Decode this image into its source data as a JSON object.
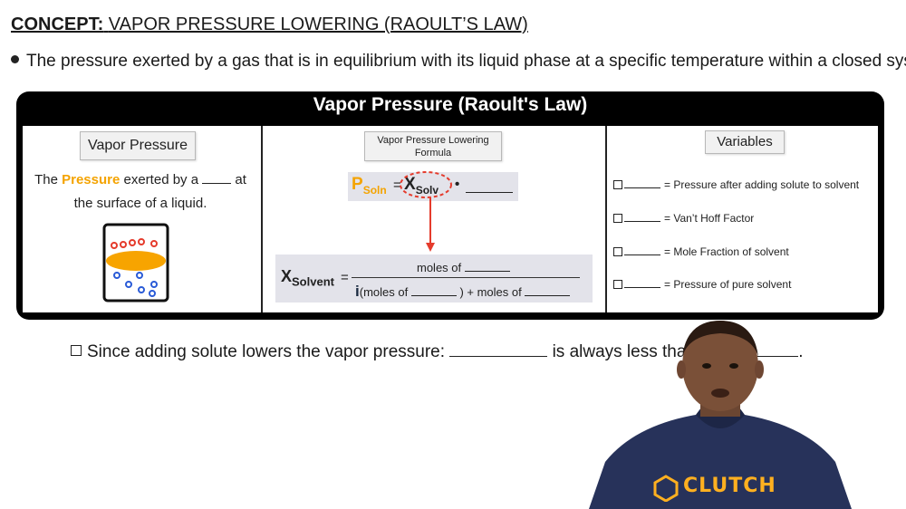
{
  "header": {
    "concept_label": "CONCEPT:",
    "concept_title": "VAPOR PRESSURE LOWERING (RAOULT’S LAW)"
  },
  "intro_bullet": "The pressure exerted by a gas that is in equilibrium with its liquid phase at a specific temperature within a closed system.",
  "panel": {
    "title": "Vapor Pressure (Raoult's Law)",
    "col1": {
      "label": "Vapor Pressure",
      "def_the": "The",
      "def_keyword": "Pressure",
      "def_mid": "exerted by a",
      "def_after": "at",
      "def_line2": "the surface of a liquid."
    },
    "col2": {
      "label": "Vapor Pressure Lowering Formula",
      "p_main": "P",
      "p_sub": "Soln",
      "eq": "=",
      "x_main": "X",
      "x_sub": "Solv",
      "dot": "•",
      "xs_main": "X",
      "xs_sub": "Solvent",
      "xs_eq": "=",
      "frac_top": "moles of",
      "frac_i": "i",
      "frac_bot_a": "(moles of",
      "frac_bot_b": ") + moles of"
    },
    "col3": {
      "label": "Variables",
      "items": [
        "= Pressure after adding solute to solvent",
        "= Van’t Hoff Factor",
        "= Mole Fraction of solvent",
        "= Pressure of pure solvent"
      ]
    }
  },
  "sentence": {
    "text_a": "Since adding solute lowers the vapor pressure:",
    "text_b": "is always less than",
    "end": "."
  },
  "brand": {
    "logo_text": "CLUTCH",
    "accent": "#f4a300",
    "red": "#e53b2c",
    "blue": "#2a5bd7"
  }
}
